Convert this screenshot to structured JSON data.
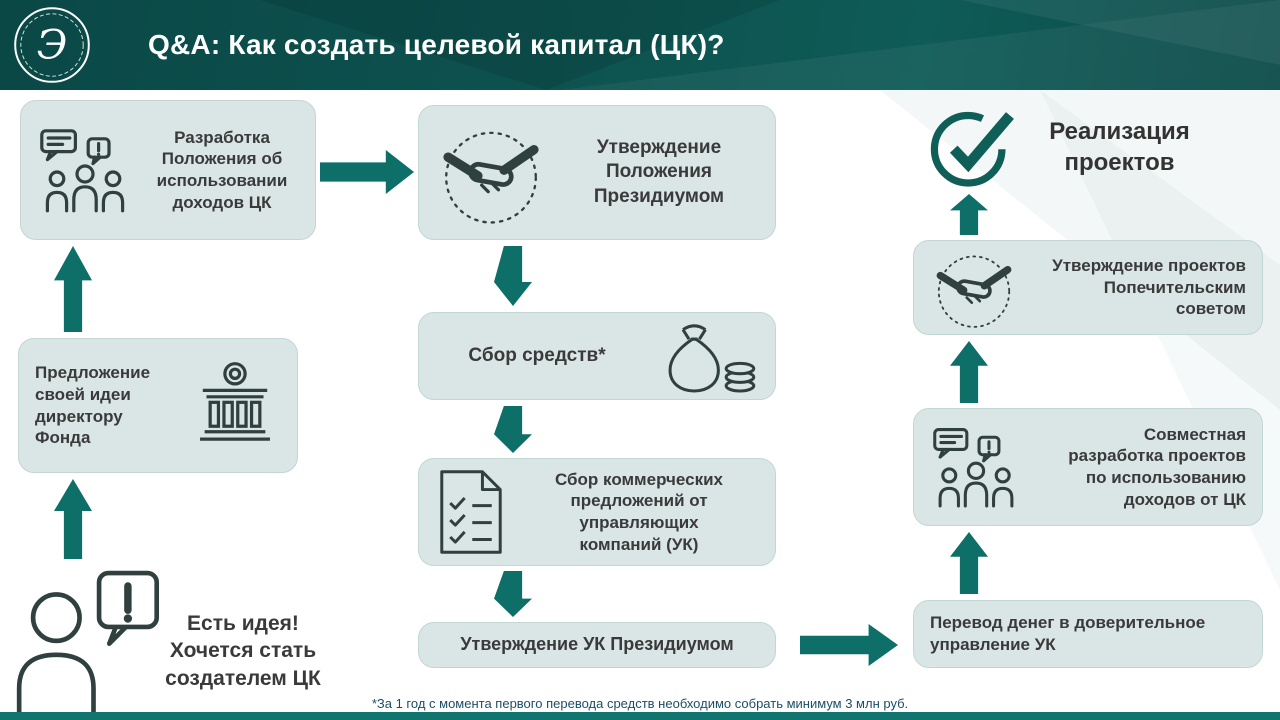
{
  "header": {
    "title": "Q&A: Как создать целевой капитал (ЦК)?",
    "logo_glyph": "Э"
  },
  "colors": {
    "header_teal": "#0d514e",
    "arrow_teal": "#0e6f68",
    "box_bg": "#d9e6e5",
    "text_dark": "#3a3a3a",
    "footnote_color": "#1c4e66"
  },
  "icons": {
    "logo": "laurel-wreath-logo",
    "team": "team-discussion-icon",
    "handshake": "handshake-icon",
    "bank": "bank-icon",
    "money": "money-bag-icon",
    "checklist": "checklist-icon",
    "person": "person-idea-icon",
    "check": "check-circle-icon"
  },
  "steps": {
    "start": "Есть идея!\nХочется стать\nсоздателем ЦК",
    "proposal": "Предложение\nсвоей идеи\nдиректору\nФонда",
    "develop": "Разработка\nПоложения об\nиспользовании\nдоходов ЦК",
    "approve_position": "Утверждение\nПоложения\nПрезидиумом",
    "collect_funds": "Сбор средств*",
    "commercial_offers": "Сбор коммерческих\nпредложений от\nуправляющих\nкомпаний (УК)",
    "approve_uk": "Утверждение УК Президиумом",
    "transfer": "Перевод денег в доверительное\nуправление УК",
    "joint_projects": "Совместная\nразработка проектов\nпо использованию\nдоходов от ЦК",
    "approve_projects": "Утверждение проектов\nПопечительским\nсоветом",
    "realization": "Реализация\nпроектов"
  },
  "footnote": "*За 1 год с момента первого перевода средств необходимо собрать минимум 3 млн руб."
}
